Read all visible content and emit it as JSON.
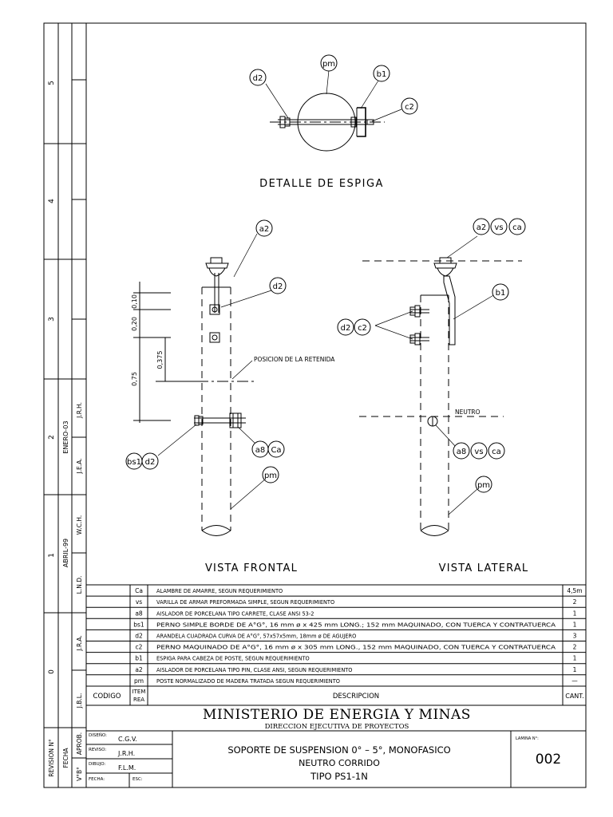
{
  "revision_strip": {
    "numbers": [
      "5",
      "4",
      "3",
      "2",
      "1",
      "0"
    ],
    "dates": [
      "ENERO-03",
      "ABRIL-99"
    ],
    "initials": [
      "J.R.H.",
      "J.E.A.",
      "W.C.H.",
      "L.N.D.",
      "J.R.A.",
      "J.B.L."
    ],
    "footer": [
      "REVISION N°",
      "FECHA",
      "APROB.",
      "V°B°"
    ]
  },
  "detail": {
    "title": "DETALLE DE ESPIGA",
    "labels": [
      "d2",
      "pm",
      "b1",
      "c2"
    ]
  },
  "frontal": {
    "title": "VISTA FRONTAL",
    "dims": [
      "0,10",
      "0,20",
      "0,375",
      "0,75"
    ],
    "retenida": "POSICION DE LA RETENIDA",
    "labels": [
      "a2",
      "d2",
      "a8",
      "Ca",
      "bs1",
      "d2",
      "pm"
    ]
  },
  "lateral": {
    "title": "VISTA LATERAL",
    "neutro": "NEUTRO",
    "labels": [
      "a2",
      "vs",
      "ca",
      "b1",
      "d2",
      "c2",
      "a8",
      "vs",
      "ca",
      "pm"
    ]
  },
  "table": {
    "header": {
      "codigo": "CODIGO",
      "item1": "ITEM",
      "item2": "REA",
      "descripcion": "DESCRIPCION",
      "cant": "CANT."
    },
    "rows": [
      {
        "code": "Ca",
        "desc": "ALAMBRE DE AMARRE, SEGUN REQUERIMIENTO",
        "qty": "4,5m"
      },
      {
        "code": "vs",
        "desc": "VARILLA DE ARMAR PREFORMADA SIMPLE, SEGUN REQUERIMIENTO",
        "qty": "2"
      },
      {
        "code": "a8",
        "desc": "AISLADOR DE PORCELANA TIPO CARRETE, CLASE ANSI 53-2",
        "qty": "1"
      },
      {
        "code": "bs1",
        "desc": "PERNO SIMPLE BORDE DE A°G°, 16 mm ø x 425 mm LONG.; 152 mm MAQUINADO, CON TUERCA Y CONTRATUERCA",
        "qty": "1"
      },
      {
        "code": "d2",
        "desc": "ARANDELA CUADRADA CURVA DE A°G°, 57x57x5mm, 18mm ø DE AGUJERO",
        "qty": "3"
      },
      {
        "code": "c2",
        "desc": "PERNO MAQUINADO DE A°G°, 16 mm ø x 305 mm LONG., 152 mm MAQUINADO, CON TUERCA Y CONTRATUERCA",
        "qty": "2"
      },
      {
        "code": "b1",
        "desc": "ESPIGA  PARA CABEZA DE POSTE, SEGUN REQUERIMIENTO",
        "qty": "1"
      },
      {
        "code": "a2",
        "desc": "AISLADOR DE PORCELANA TIPO PIN, CLASE ANSI, SEGUN REQUERIMIENTO",
        "qty": "1"
      },
      {
        "code": "pm",
        "desc": "POSTE NORMALIZADO DE MADERA TRATADA SEGUN REQUERIMIENTO",
        "qty": "—"
      }
    ]
  },
  "title_block": {
    "ministry": "MINISTERIO DE ENERGIA Y MINAS",
    "direction": "DIRECCION EJECUTIVA DE PROYECTOS",
    "diseno_label": "DISEÑO:",
    "diseno": "C.G.V.",
    "reviso_label": "REVISO:",
    "reviso": "J.R.H.",
    "dibujo_label": "DIBUJO:",
    "dibujo": "F.L.M.",
    "fecha_label": "FECHA:",
    "esc_label": "ESC:",
    "title1": "SOPORTE DE SUSPENSION 0° – 5°, MONOFASICO",
    "title2": "NEUTRO CORRIDO",
    "title3": "TIPO PS1-1N",
    "lamina_label": "LAMINA N°:",
    "lamina": "002"
  }
}
